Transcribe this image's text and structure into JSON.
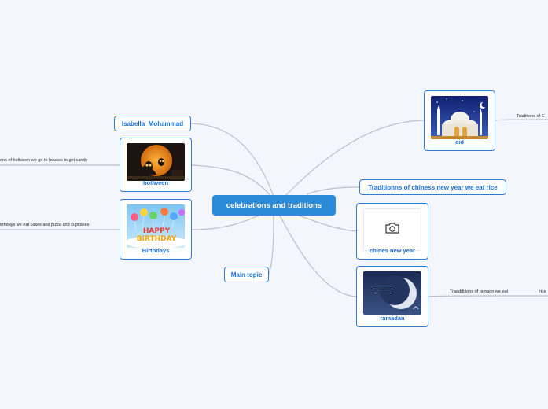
{
  "central": {
    "label": "celebrations and traditions"
  },
  "topics": {
    "isabella": "Isabella  Mohammad",
    "main": "Main topic",
    "chinese_traditions": "Traditionns of chiness new year we eat rice"
  },
  "cards": {
    "hollween": "hollween",
    "birthdays": "Birthdays",
    "eid": "eid",
    "chinese_new_year": "chines new year",
    "ramadan": "ramadan"
  },
  "notes": {
    "hollween": "ons of hollween we go to houses to get candy",
    "birthdays": "irthdays we eat cakes and pizza and cupcakes",
    "eid": "Traditions of E",
    "ramadan": "Traadditions of ramadn we eat",
    "ramadan_tail": "rice"
  },
  "image_text": {
    "happy": "HAPPY",
    "birthday": "BIRTHDAY"
  },
  "icons": {
    "camera": "camera-icon"
  },
  "colors": {
    "background": "#f3f6fc",
    "central": "#2b8ad9",
    "border": "#2f7bd6",
    "text": "#1d6fcf",
    "link": "#b9c0cc"
  }
}
